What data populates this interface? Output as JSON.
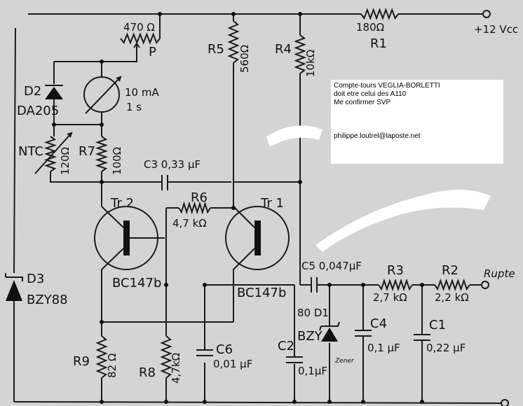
{
  "note": {
    "lines": [
      "Compte-tours VEGLIA-BORLETTI",
      "doit etre celui des A110",
      "Me confirmer SVP"
    ],
    "email": "philippe.loutrel@laposte.net"
  },
  "labels": {
    "r1_value": "180Ω",
    "r1": "R1",
    "vcc": "+12 Vcc",
    "p_value": "470 Ω",
    "p": "P",
    "r5": "R5",
    "r5_value": "560Ω",
    "r4": "R4",
    "r4_value": "10kΩ",
    "d2": "D2",
    "d2_type": "DA205",
    "meter_range": "10 mA",
    "meter_time": "1 s",
    "ntc": "NTC",
    "ntc_value": "120Ω",
    "r7": "R7",
    "r7_value": "100Ω",
    "c3": "C3 0,33 µF",
    "r6": "R6",
    "r6_value": "4,7 kΩ",
    "tr2": "Tr 2",
    "tr2_type": "BC147b",
    "tr1": "Tr 1",
    "tr1_type": "BC147b",
    "d3": "D3",
    "d3_type": "BZY88",
    "c5": "C5 0,047µF",
    "r3": "R3",
    "r3_value": "2,7 kΩ",
    "r2": "R2",
    "r2_value": "2,2 kΩ",
    "rupte": "Rupte",
    "d1": "80 D1",
    "d1_type": "BZY",
    "c4": "C4",
    "c4_value": "0,1 µF",
    "c1": "C1",
    "c1_value": "0,22 µF",
    "c2": "C2",
    "c2_value": "0,1µF",
    "c6": "C6",
    "c6_value": "0,01 µF",
    "r9": "R9",
    "r9_value": "82 Ω",
    "r8": "R8",
    "r8_value": "4,7kΩ",
    "zener_note": "Zener"
  }
}
